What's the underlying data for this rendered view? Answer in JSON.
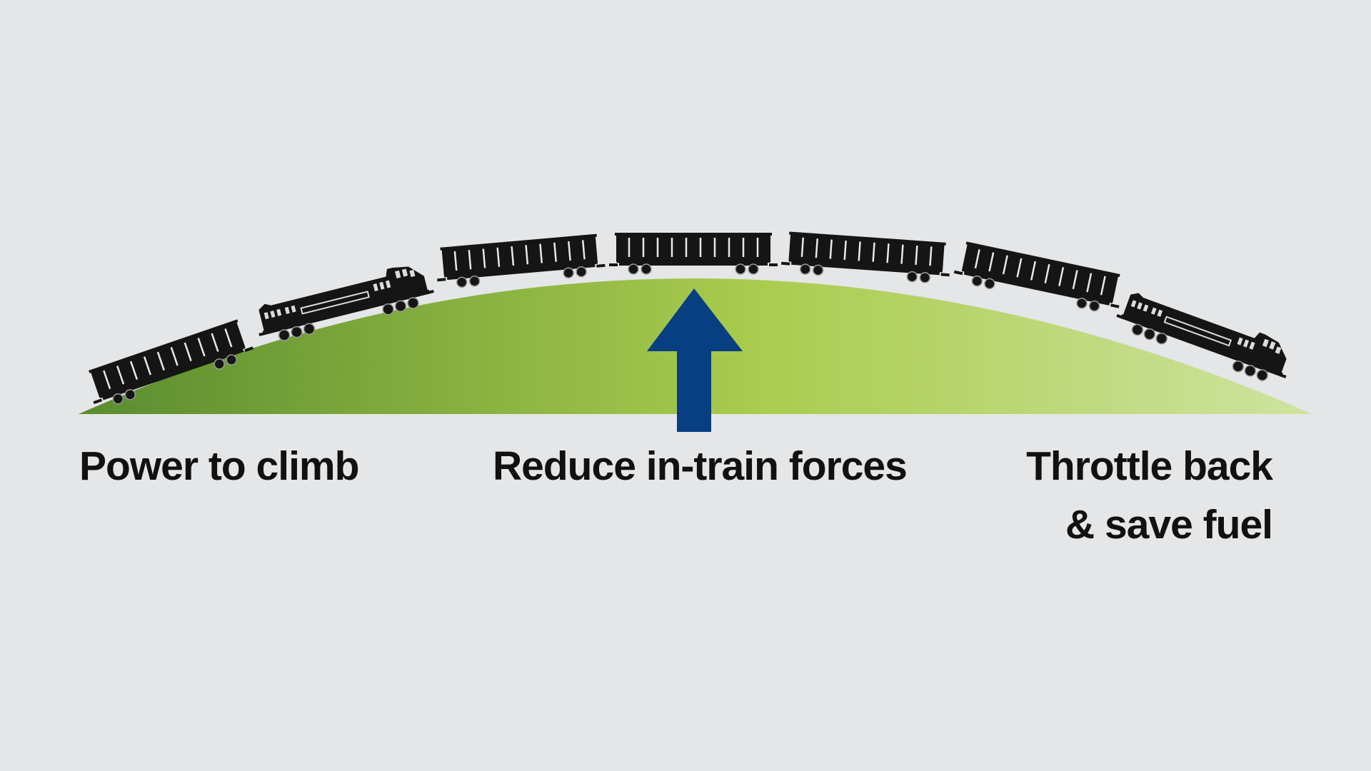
{
  "labels": {
    "left": "Power to climb",
    "center": "Reduce in-train forces",
    "right_line1": "Throttle back",
    "right_line2": "& save fuel"
  },
  "colors": {
    "background": "#e5e6e7",
    "hill_dark": "#5a8c2e",
    "hill_mid": "#a9cc4e",
    "hill_light": "#cfe3a0",
    "arrow": "#073f82",
    "train": "#151515",
    "text": "#111111"
  },
  "icons": [
    "hill-shape",
    "up-arrow-icon",
    "hopper-car-icon",
    "locomotive-icon"
  ]
}
